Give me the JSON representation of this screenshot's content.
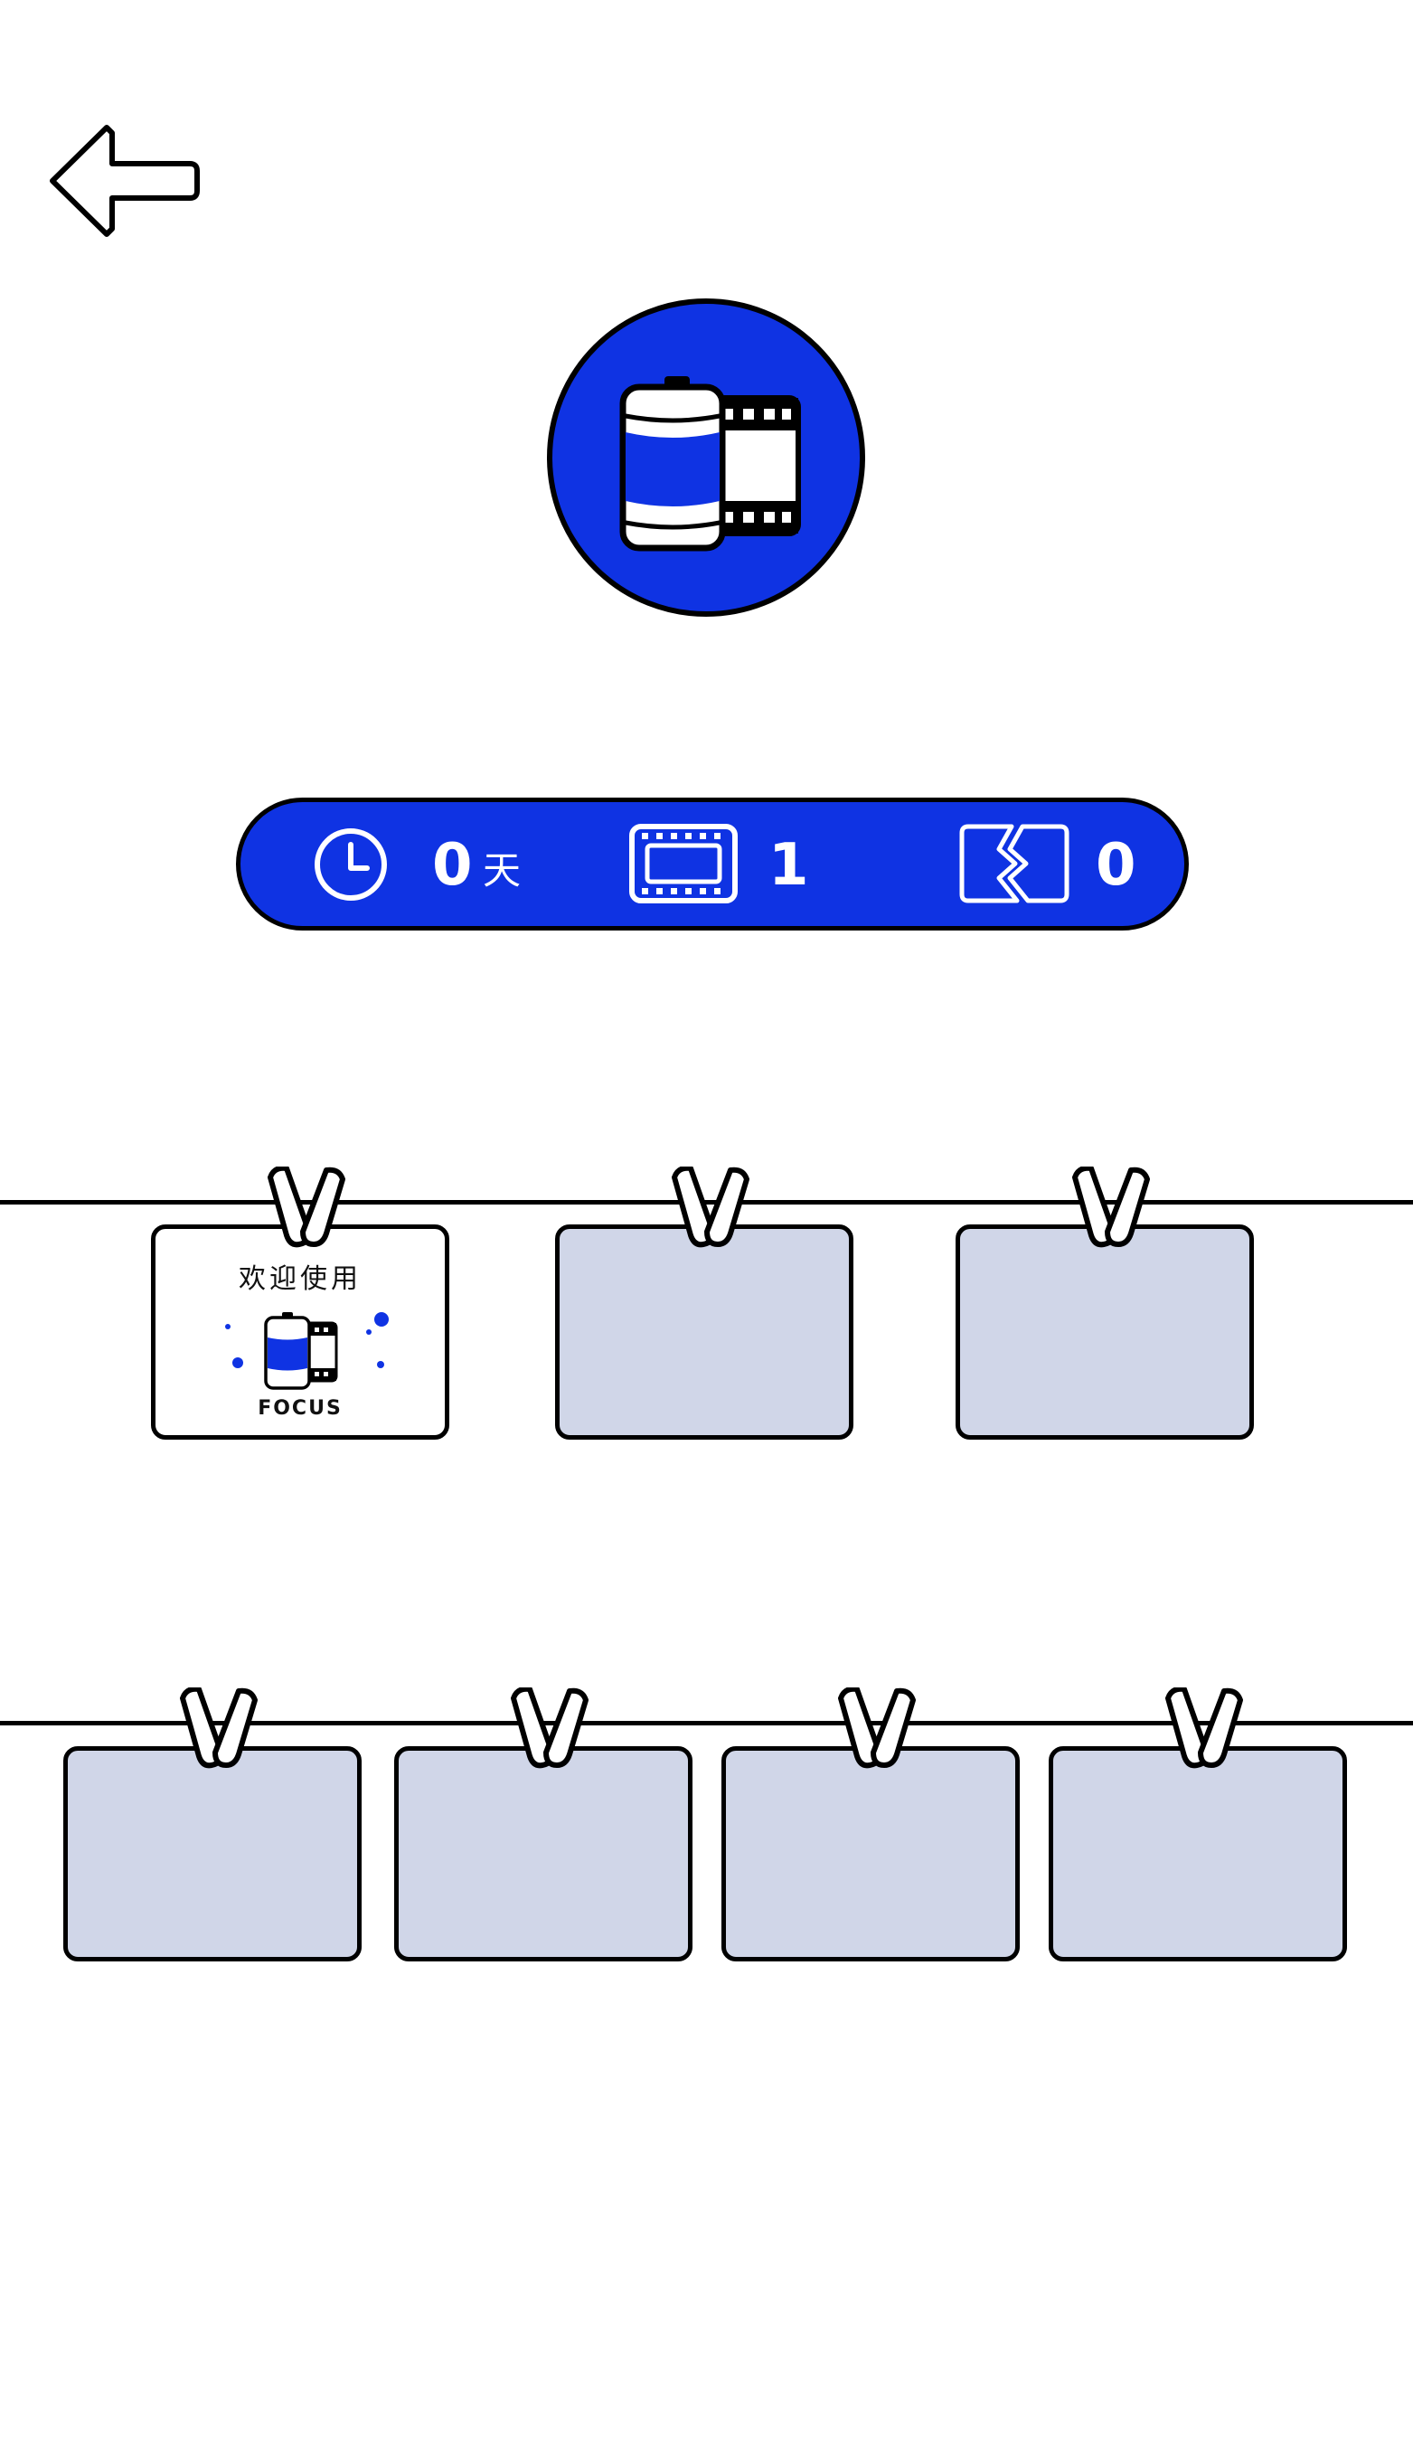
{
  "header": {
    "back_icon": "back-arrow-icon"
  },
  "logo": {
    "icon": "film-roll-icon",
    "accent": "#0f33e3"
  },
  "stats": {
    "days": {
      "icon": "clock-icon",
      "value": "0",
      "unit": "天"
    },
    "films": {
      "icon": "film-strip-icon",
      "value": "1"
    },
    "broken": {
      "icon": "broken-photo-icon",
      "value": "0"
    }
  },
  "gallery": {
    "welcome_card": {
      "title": "欢迎使用",
      "brand": "FOCUS"
    },
    "empty_color": "#d0d6e8"
  }
}
